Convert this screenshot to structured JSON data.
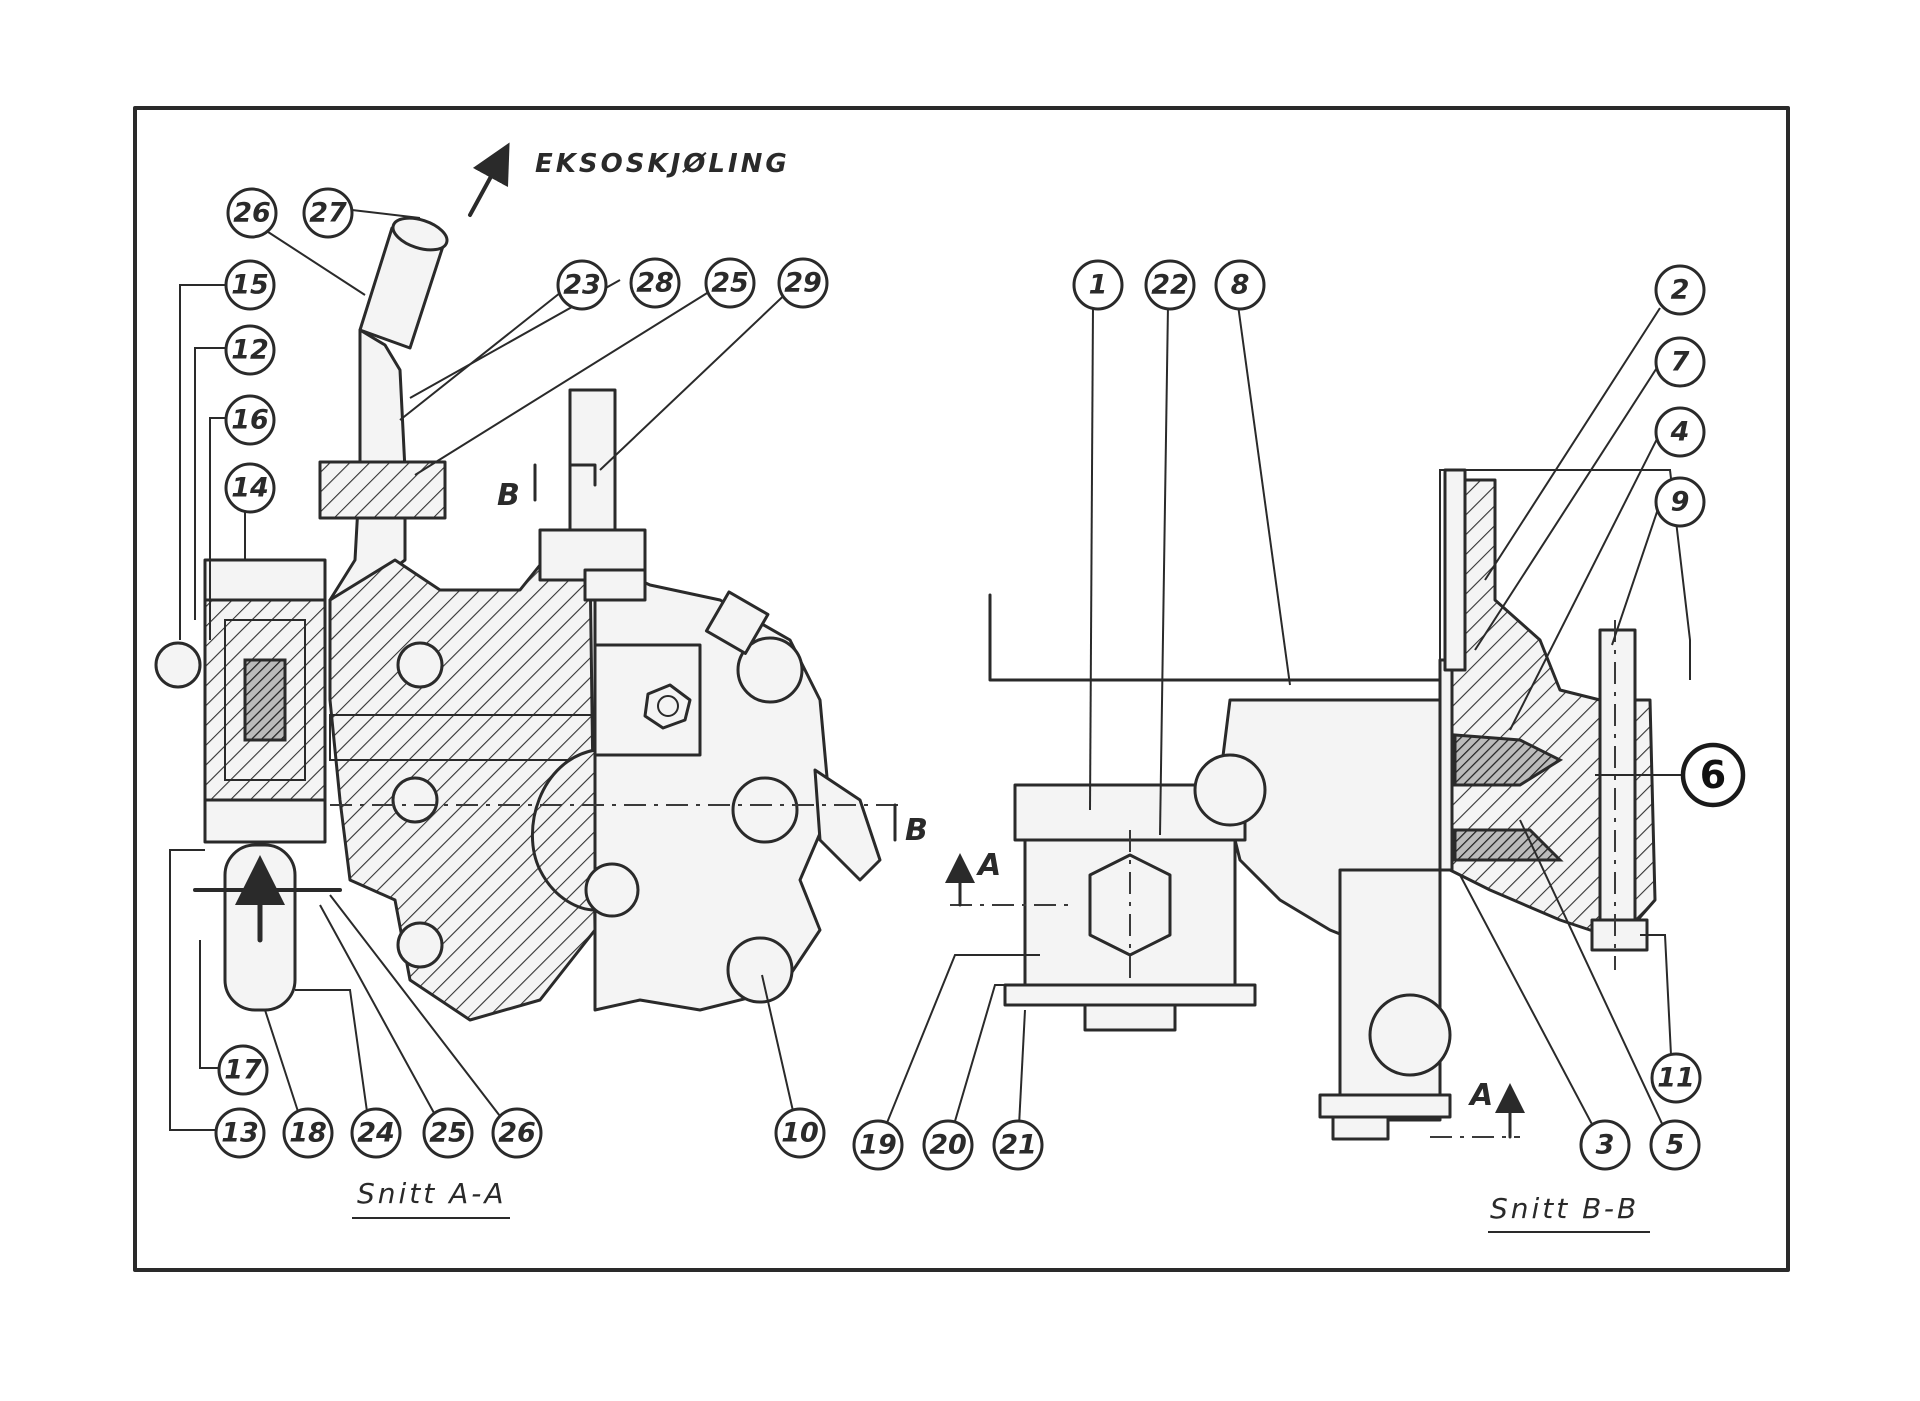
{
  "labels": {
    "flow": "EKSOSKJØLING",
    "section_a": "Snitt  A-A",
    "section_b": "Snitt  B-B",
    "marker_b_left": "B",
    "marker_b_right": "B",
    "marker_a_left": "A",
    "marker_a_bottom": "A"
  },
  "callouts_left": [
    "26",
    "27",
    "28",
    "23",
    "25",
    "29",
    "15",
    "12",
    "16",
    "14",
    "17",
    "13",
    "18",
    "24",
    "25",
    "26",
    "10"
  ],
  "callouts_right": [
    "1",
    "22",
    "8",
    "2",
    "7",
    "4",
    "9",
    "6",
    "11",
    "19",
    "20",
    "21",
    "3",
    "5"
  ]
}
